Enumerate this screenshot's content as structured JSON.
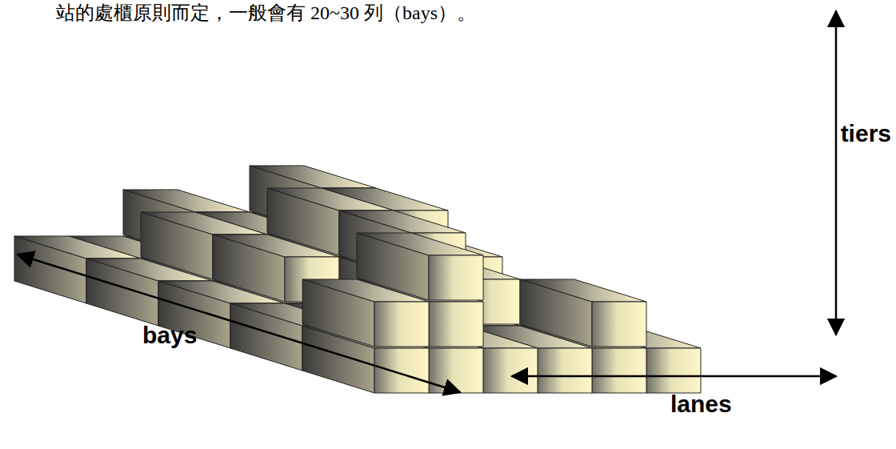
{
  "diagram": {
    "labels": [
      "站的處櫃原則而定，一般會有 20~30 列（bays）。",
      "tiers",
      "bays",
      "lanes"
    ]
  }
}
